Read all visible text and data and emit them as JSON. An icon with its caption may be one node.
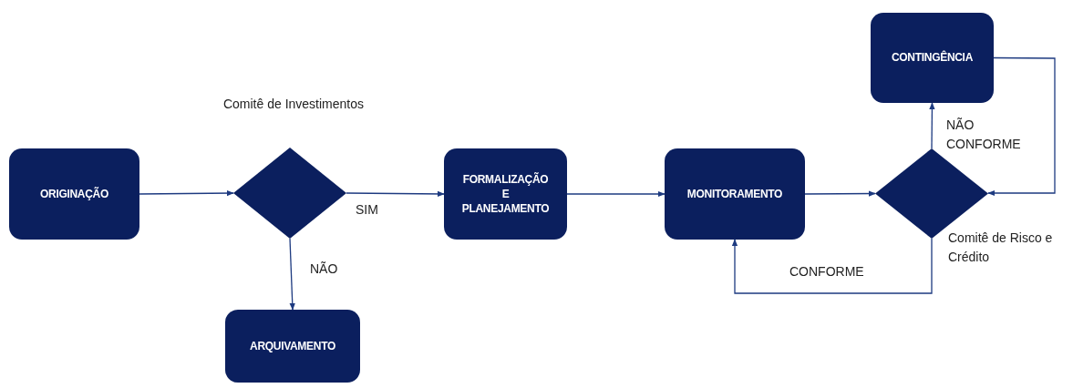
{
  "diagram": {
    "nodes": [
      {
        "text": [
          "ORIGINAÇÃO"
        ]
      },
      {
        "text": [],
        "shape": "diamond",
        "beside": [
          "Comitê de Investimentos"
        ]
      },
      {
        "text": [
          "FORMALIZAÇÃO E PLANEJAMENTO"
        ]
      },
      {
        "text": [
          "ARQUIVAMENTO"
        ]
      },
      {
        "text": [
          "MONITORAMENTO"
        ]
      },
      {
        "text": [
          "CONTINGÊNCIA"
        ]
      },
      {
        "text": [],
        "shape": "diamond",
        "beside": [
          "Comitê de Risco e Crédito"
        ]
      }
    ],
    "edges": [
      {
        "from": 0,
        "to": 1,
        "arrow": "to"
      },
      {
        "from": 1,
        "to": 2,
        "arrow": "to",
        "label": "SIM"
      },
      {
        "from": 1,
        "to": 3,
        "arrow": "to",
        "label": "NÃO"
      },
      {
        "from": 2,
        "to": 4,
        "arrow": "to"
      },
      {
        "from": 4,
        "to": 6,
        "arrow": "to"
      },
      {
        "from": 6,
        "to": 5,
        "arrow": "to",
        "label": "NÃO CONFORME"
      },
      {
        "from": 5,
        "to": 6,
        "arrow": "to"
      },
      {
        "from": 6,
        "to": 4,
        "arrow": "to",
        "label": "CONFORME"
      }
    ]
  }
}
